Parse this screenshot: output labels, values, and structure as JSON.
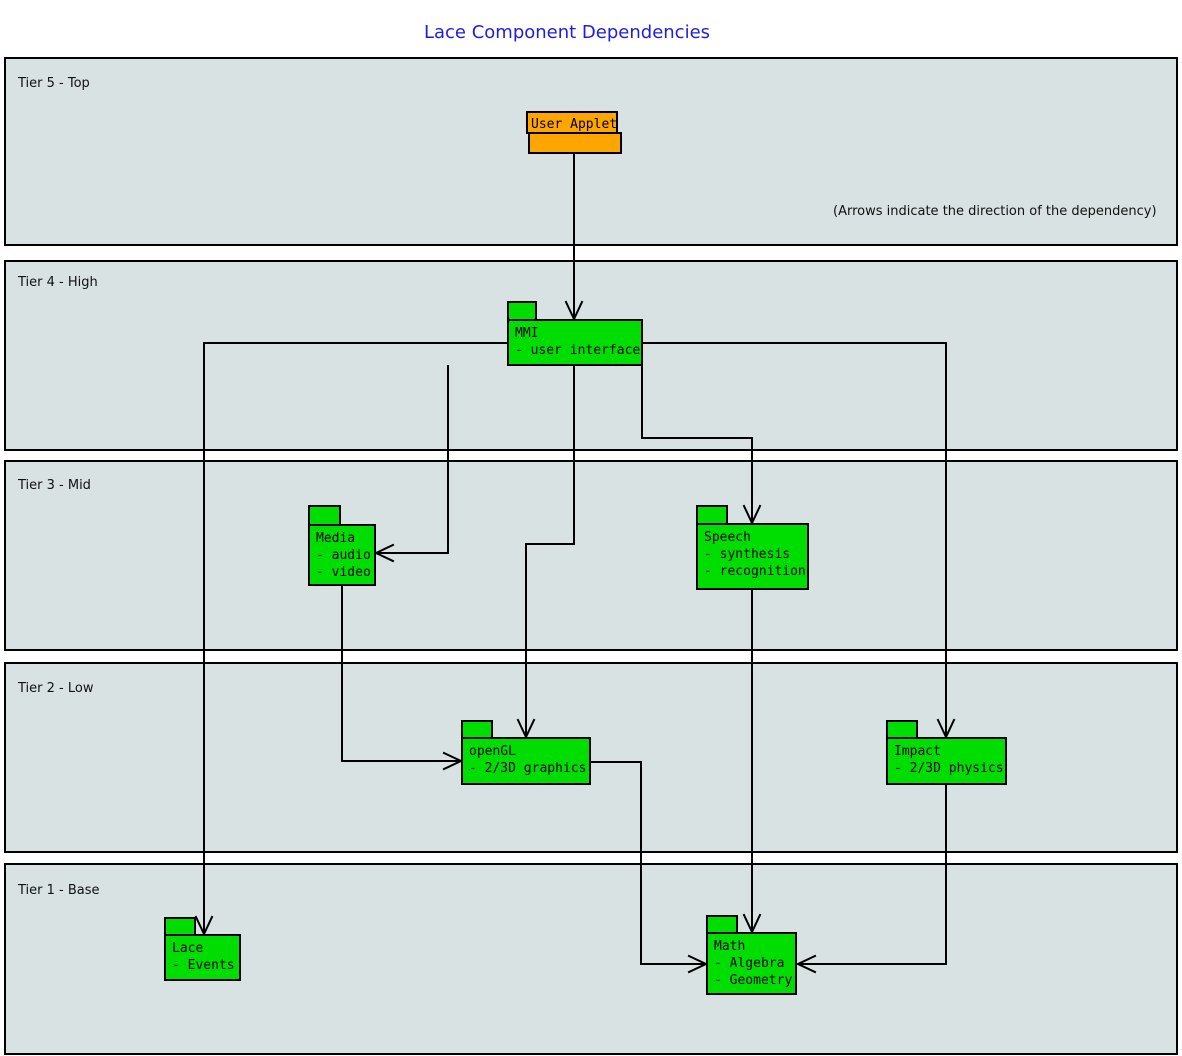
{
  "title": "Lace Component Dependencies",
  "annotation": "(Arrows indicate the direction of the dependency)",
  "colors": {
    "title": "#1e1edd",
    "tier_fill": "#d8e2e2",
    "component_fill": "#00dd00",
    "applet_fill": "#ffa500"
  },
  "tiers": [
    {
      "label": "Tier 5 - Top"
    },
    {
      "label": "Tier 4 - High"
    },
    {
      "label": "Tier 3 - Mid"
    },
    {
      "label": "Tier 2 - Low"
    },
    {
      "label": "Tier 1 - Base"
    }
  ],
  "components": {
    "user_applet": {
      "name": "User Applet"
    },
    "mmi": {
      "name": "MMI",
      "lines": [
        "- user interface"
      ]
    },
    "media": {
      "name": "Media",
      "lines": [
        "- audio",
        "- video"
      ]
    },
    "speech": {
      "name": "Speech",
      "lines": [
        "- synthesis",
        "- recognition"
      ]
    },
    "opengl": {
      "name": "openGL",
      "lines": [
        "- 2/3D graphics"
      ]
    },
    "impact": {
      "name": "Impact",
      "lines": [
        "- 2/3D physics"
      ]
    },
    "lace": {
      "name": "Lace",
      "lines": [
        "- Events"
      ]
    },
    "math": {
      "name": "Math",
      "lines": [
        "- Algebra",
        "- Geometry"
      ]
    }
  },
  "dependencies": [
    {
      "from": "User Applet",
      "to": "MMI"
    },
    {
      "from": "MMI",
      "to": "Lace"
    },
    {
      "from": "MMI",
      "to": "Media"
    },
    {
      "from": "MMI",
      "to": "openGL"
    },
    {
      "from": "MMI",
      "to": "Speech"
    },
    {
      "from": "MMI",
      "to": "Impact"
    },
    {
      "from": "Media",
      "to": "openGL"
    },
    {
      "from": "Speech",
      "to": "Math"
    },
    {
      "from": "openGL",
      "to": "Math"
    },
    {
      "from": "Impact",
      "to": "Math"
    }
  ]
}
